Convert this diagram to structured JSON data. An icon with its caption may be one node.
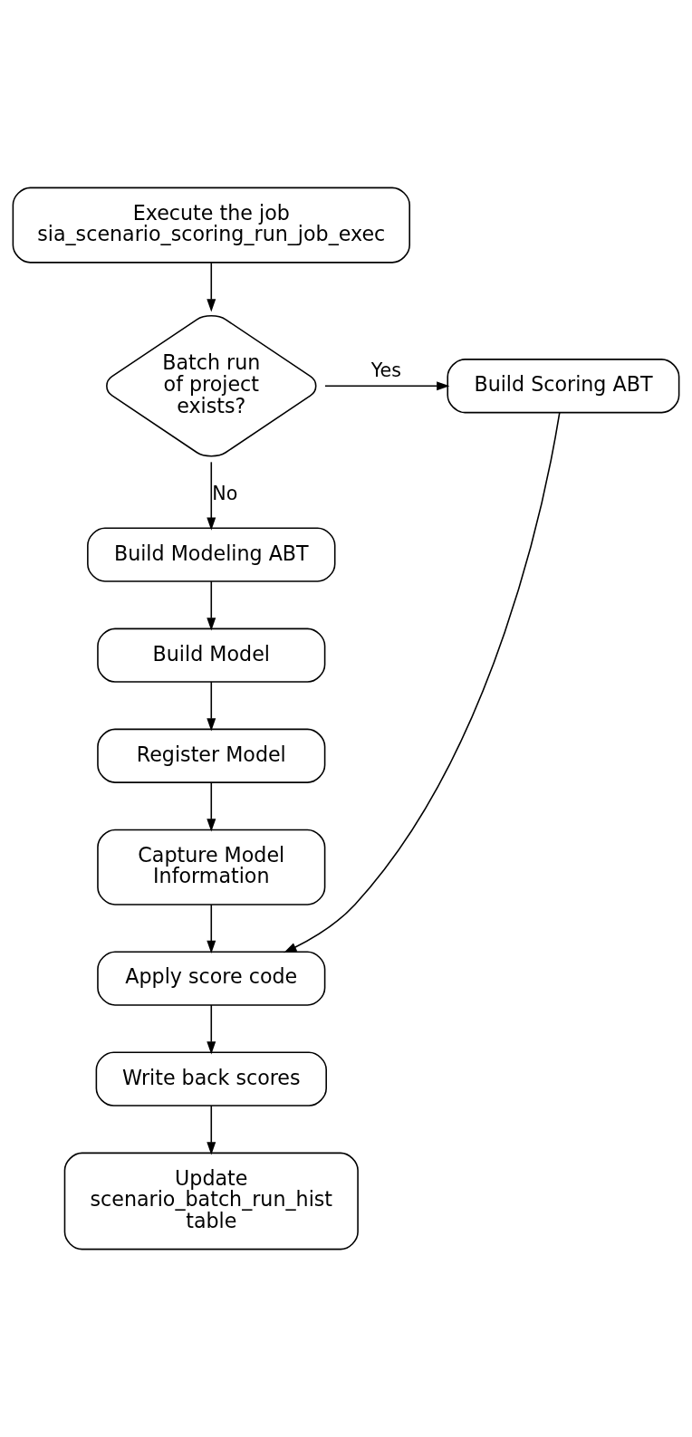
{
  "diagram": {
    "nodes": [
      {
        "text": [
          "Execute the job sia_scenario_scoring_run_job_exec"
        ]
      },
      {
        "text": [
          "Batch run of project exists?"
        ]
      },
      {
        "text": [
          "Build Scoring ABT"
        ]
      },
      {
        "text": [
          "Build Modeling ABT"
        ]
      },
      {
        "text": [
          "Build Model"
        ]
      },
      {
        "text": [
          "Register Model"
        ]
      },
      {
        "text": [
          "Capture Model Information"
        ]
      },
      {
        "text": [
          "Apply score code"
        ]
      },
      {
        "text": [
          "Write back scores"
        ]
      },
      {
        "text": [
          "Update scenario_batch_run_hist table"
        ]
      }
    ],
    "edges": [
      {
        "from": 0,
        "to": 1,
        "arrow": "to"
      },
      {
        "from": 1,
        "to": 2,
        "arrow": "to",
        "label": "Yes"
      },
      {
        "from": 1,
        "to": 3,
        "arrow": "to",
        "label": "No"
      },
      {
        "from": 3,
        "to": 4,
        "arrow": "to"
      },
      {
        "from": 4,
        "to": 5,
        "arrow": "to"
      },
      {
        "from": 5,
        "to": 6,
        "arrow": "to"
      },
      {
        "from": 6,
        "to": 7,
        "arrow": "to"
      },
      {
        "from": 2,
        "to": 7,
        "arrow": "to"
      },
      {
        "from": 7,
        "to": 8,
        "arrow": "to"
      },
      {
        "from": 8,
        "to": 9,
        "arrow": "to"
      }
    ]
  }
}
